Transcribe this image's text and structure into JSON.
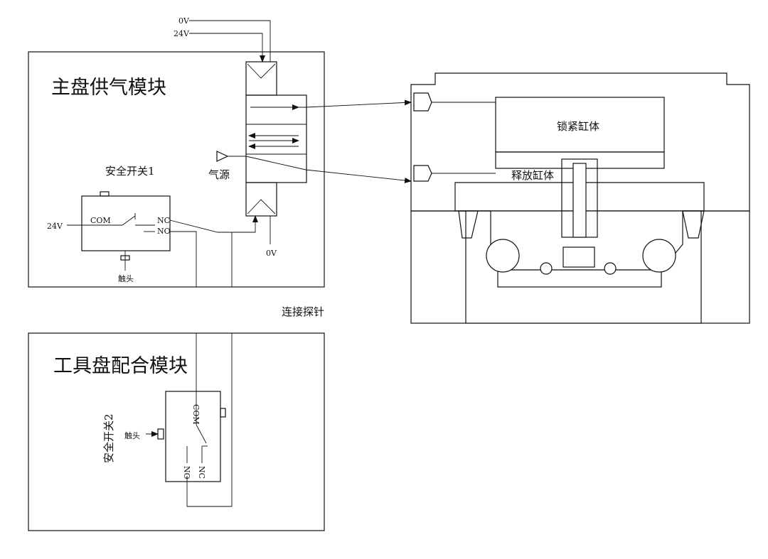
{
  "labels": {
    "v0_top": "0V",
    "v24_top": "24V",
    "main_module": "主盘供气模块",
    "switch1": "安全开关1",
    "air_source": "气源",
    "com1": "COM",
    "nc1": "NC",
    "no1": "NO",
    "v24_switch": "24V",
    "v0_bottom": "0V",
    "contact1": "触头",
    "probe": "连接探针",
    "tool_module": "工具盘配合模块",
    "switch2": "安全开关2",
    "contact2": "触头",
    "com2": "COM",
    "nc2": "NC",
    "no2": "NO",
    "lock_cylinder": "锁紧缸体",
    "release_cylinder": "释放缸体"
  }
}
